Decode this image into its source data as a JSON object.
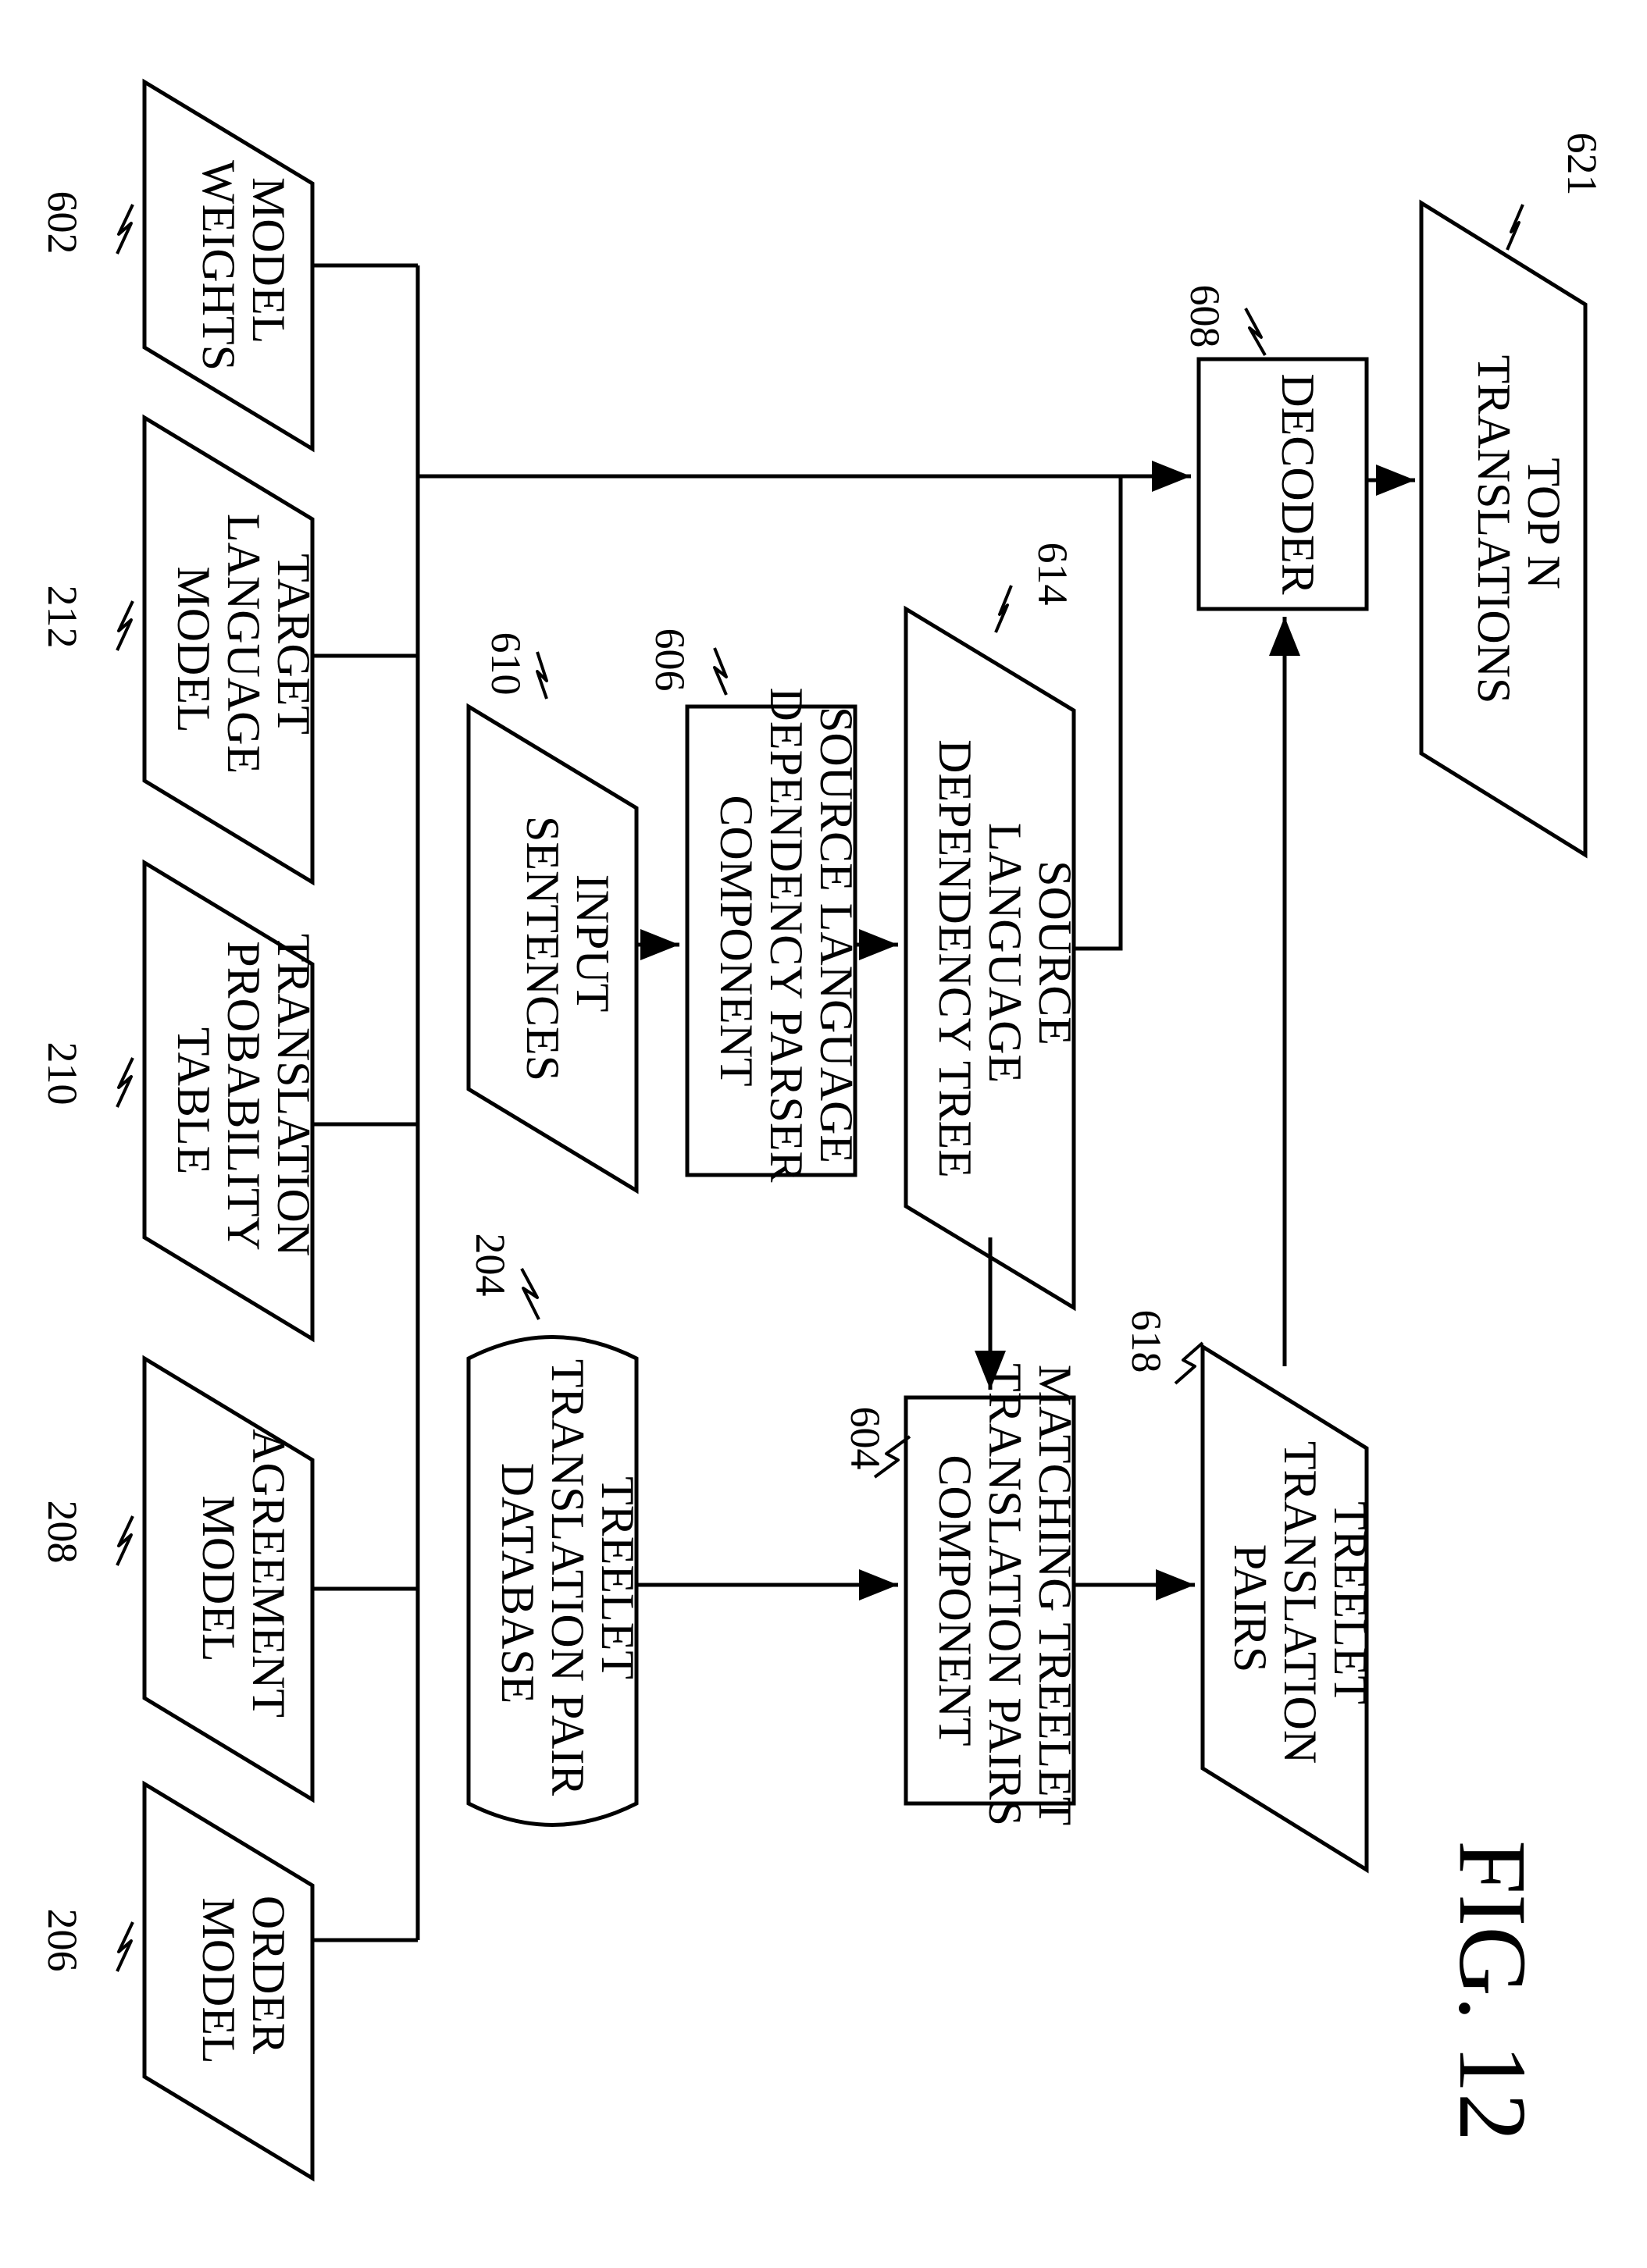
{
  "figure_label": "FIG. 12",
  "nodes": {
    "model_weights": {
      "ref": "602",
      "lines": [
        "MODEL",
        "WEIGHTS"
      ]
    },
    "target_language_model": {
      "ref": "212",
      "lines": [
        "TARGET",
        "LANGUAGE",
        "MODEL"
      ]
    },
    "translation_probability_table": {
      "ref": "210",
      "lines": [
        "TRANSLATION",
        "PROBABILITY",
        "TABLE"
      ]
    },
    "agreement_model": {
      "ref": "208",
      "lines": [
        "AGREEMENT",
        "MODEL"
      ]
    },
    "order_model": {
      "ref": "206",
      "lines": [
        "ORDER",
        "MODEL"
      ]
    },
    "input_sentences": {
      "ref": "610",
      "lines": [
        "INPUT",
        "SENTENCES"
      ]
    },
    "parser_component": {
      "ref": "606",
      "lines": [
        "SOURCE LANGUAGE",
        "DEPENDENCY PARSER",
        "COMPONENT"
      ]
    },
    "dependency_tree": {
      "ref": "614",
      "lines": [
        "SOURCE",
        "LANGUAGE",
        "DEPENDENCY TREE"
      ]
    },
    "treelet_database": {
      "ref": "204",
      "lines": [
        "TREELET",
        "TRANSLATION PAIR",
        "DATABASE"
      ]
    },
    "matching_component": {
      "ref": "604",
      "lines": [
        "MATCHING TREELET",
        "TRANSLATION PAIRS",
        "COMPONENT"
      ]
    },
    "treelet_pairs": {
      "ref": "618",
      "lines": [
        "TREELET",
        "TRANSLATION",
        "PAIRS"
      ]
    },
    "decoder": {
      "ref": "608",
      "lines": [
        "DECODER"
      ]
    },
    "top_n_translations": {
      "ref": "621",
      "lines": [
        "TOP N",
        "TRANSLATIONS"
      ]
    }
  },
  "colors": {
    "stroke": "#000000",
    "fill": "#ffffff",
    "text": "#000000"
  }
}
